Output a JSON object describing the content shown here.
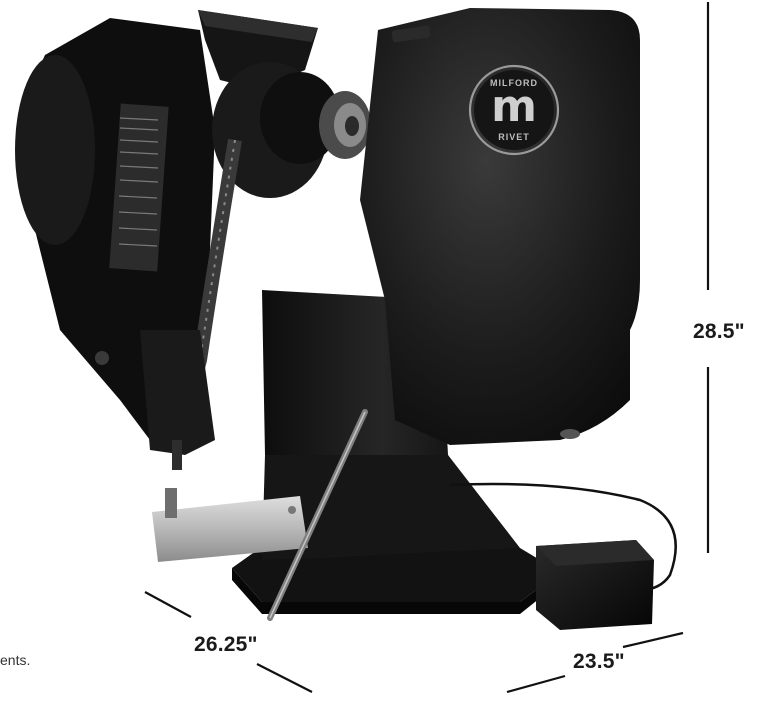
{
  "brand": {
    "line1": "MILFORD",
    "monogram": "m",
    "line2": "RIVET"
  },
  "dimensions": {
    "height": "28.5\"",
    "width": "26.25\"",
    "depth": "23.5\""
  },
  "caption_fragment": "ents.",
  "colors": {
    "machine_body": "#141414",
    "machine_highlight": "#3a3a3a",
    "anvil_arm": "#bdbdbd",
    "background": "#ffffff"
  }
}
